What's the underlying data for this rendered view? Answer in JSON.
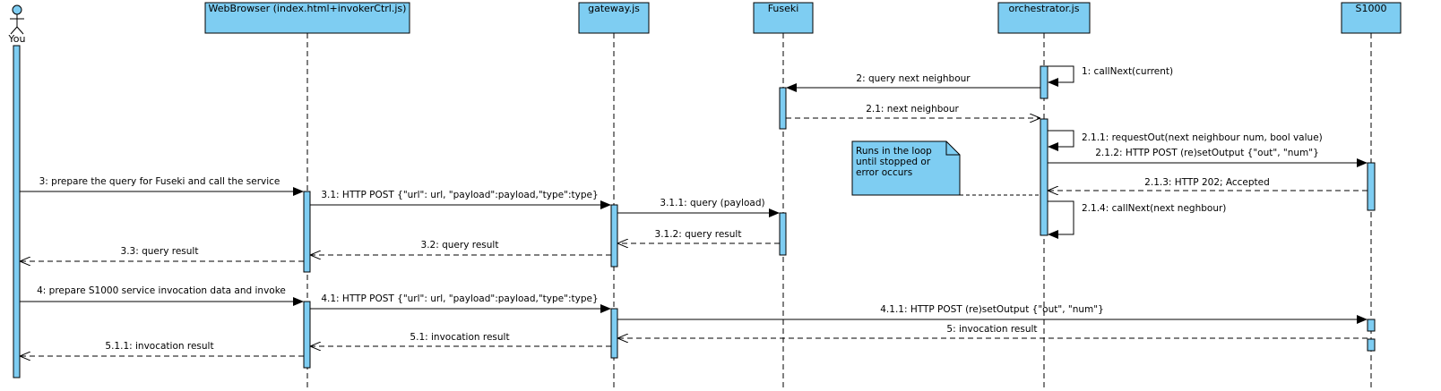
{
  "participants": {
    "you": "You",
    "webbrowser": "WebBrowser (index.html+invokerCtrl.js)",
    "gateway": "gateway.js",
    "fuseki": "Fuseki",
    "orchestrator": "orchestrator.js",
    "s1000": "S1000"
  },
  "messages": {
    "m1": "1: callNext(current)",
    "m2": "2: query next neighbour",
    "m2_1": "2.1: next neighbour",
    "m2_1_1": "2.1.1: requestOut(next neighbour num, bool value)",
    "m2_1_2": "2.1.2: HTTP POST (re)setOutput {\"out\", \"num\"}",
    "m2_1_3": "2.1.3: HTTP 202; Accepted",
    "m2_1_4": "2.1.4: callNext(next neghbour)",
    "m3": "3: prepare the query for Fuseki and call the service",
    "m3_1": "3.1: HTTP POST {\"url\": url, \"payload\":payload,\"type\":type}",
    "m3_1_1": "3.1.1: query (payload)",
    "m3_1_2": "3.1.2: query result",
    "m3_2": "3.2: query result",
    "m3_3": "3.3: query result",
    "m4": "4: prepare S1000 service invocation data and invoke",
    "m4_1": "4.1: HTTP POST {\"url\": url, \"payload\":payload,\"type\":type}",
    "m4_1_1": "4.1.1: HTTP POST (re)setOutput {\"out\", \"num\"}",
    "m5": "5: invocation result",
    "m5_1": "5.1: invocation result",
    "m5_1_1": "5.1.1: invocation result"
  },
  "note": {
    "line1": "Runs in the loop",
    "line2": "until stopped or",
    "line3": "error occurs"
  },
  "colors": {
    "box_fill": "#7ecdf2",
    "note_fill": "#7ecdf2",
    "line": "#000000"
  }
}
